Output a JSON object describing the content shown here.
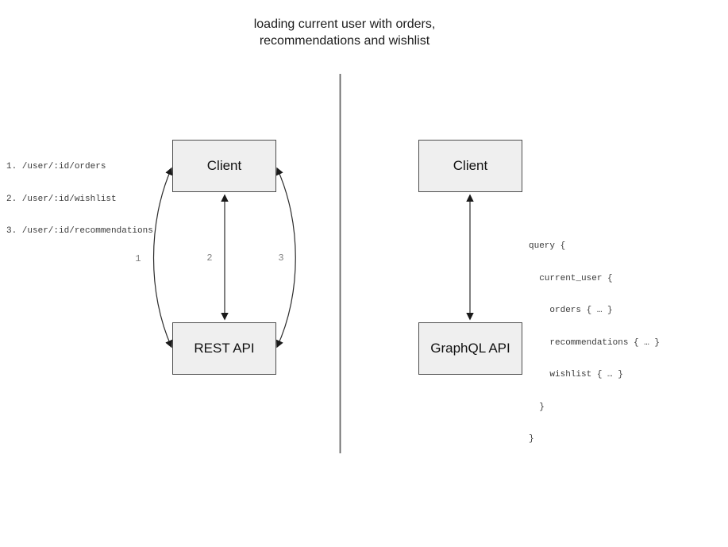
{
  "title": {
    "line1": "loading current user with orders,",
    "line2": "recommendations and wishlist"
  },
  "left_panel": {
    "endpoints": [
      "1. /user/:id/orders",
      "2. /user/:id/wishlist",
      "3. /user/:id/recommendations"
    ],
    "client_label": "Client",
    "api_label": "REST API",
    "arrow_labels": [
      "1",
      "2",
      "3"
    ]
  },
  "right_panel": {
    "client_label": "Client",
    "api_label": "GraphQL API",
    "query_lines": [
      "query {",
      "  current_user {",
      "    orders { … }",
      "    recommendations { … }",
      "    wishlist { … }",
      "  }",
      "}"
    ]
  },
  "colors": {
    "background": "#ffffff",
    "box_fill": "#efefef",
    "box_border": "#4d4d4d",
    "arrow_stroke": "#2b2b2b",
    "divider": "#666666",
    "muted_label": "#808080",
    "code_text": "#3a3a3a",
    "title_text": "#1c1c1c"
  }
}
